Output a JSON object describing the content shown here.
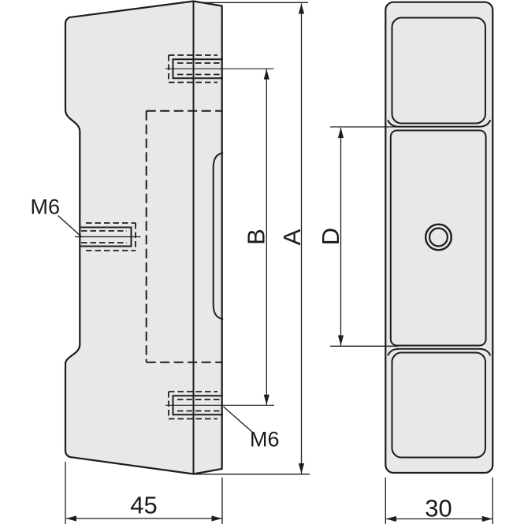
{
  "labels": {
    "m6_top": "M6",
    "m6_bottom": "M6",
    "dim_a": "A",
    "dim_b": "B",
    "dim_d": "D",
    "dim_45": "45",
    "dim_30": "30"
  },
  "colors": {
    "line": "#1d1d1d",
    "part_fill": "#e8e8e8",
    "background": "#ffffff"
  }
}
